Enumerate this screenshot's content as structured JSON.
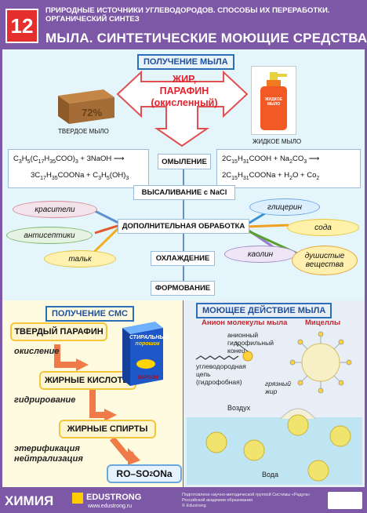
{
  "header": {
    "number": "12",
    "subtitle": "ПРИРОДНЫЕ ИСТОЧНИКИ УГЛЕВОДОРОДОВ. СПОСОБЫ ИХ ПЕРЕРАБОТКИ. ОРГАНИЧЕСКИЙ СИНТЕЗ",
    "title": "МЫЛА. СИНТЕТИЧЕСКИЕ МОЮЩИЕ СРЕДСТВА"
  },
  "soap": {
    "section_label": "ПОЛУЧЕНИЕ МЫЛА",
    "source_line1": "ЖИР,",
    "source_line2": "ПАРАФИН",
    "source_line3": "(окисленный)",
    "solid_caption": "ТВЕРДОЕ МЫЛО",
    "liquid_caption": "ЖИДКОЕ МЫЛО",
    "bottle_label": "ЖИДКОЕ МЫЛО",
    "bar_print": "72%",
    "steps": [
      "ОМЫЛЕНИЕ",
      "ВЫСАЛИВАНИЕ с NaCl",
      "ДОПОЛНИТЕЛЬНАЯ ОБРАБОТКА",
      "ОХЛАЖДЕНИЕ",
      "ФОРМОВАНИЕ"
    ],
    "left_eq": {
      "l1a": "C",
      "l1b": "3",
      "l1c": "H",
      "l1d": "5",
      "l1e": "(C",
      "l1f": "17",
      "l1g": "H",
      "l1h": "35",
      "l1i": "COO)",
      "l1j": "3",
      "l1k": " + 3NaOH ⟶",
      "l2a": "3C",
      "l2b": "17",
      "l2c": "H",
      "l2d": "35",
      "l2e": "COONa + C",
      "l2f": "3",
      "l2g": "H",
      "l2h": "5",
      "l2i": "(OH)",
      "l2j": "3"
    },
    "right_eq": {
      "l1a": "2C",
      "l1b": "15",
      "l1c": "H",
      "l1d": "31",
      "l1e": "COOH + Na",
      "l1f": "2",
      "l1g": "CO",
      "l1h": "3",
      "l1i": " ⟶",
      "l2a": "2C",
      "l2b": "15",
      "l2c": "H",
      "l2d": "31",
      "l2e": "COONa + H",
      "l2f": "2",
      "l2g": "O + Co",
      "l2h": "2"
    },
    "additives_left": [
      "красители",
      "антисептики",
      "тальк"
    ],
    "additives_right": [
      "глицерин",
      "сода",
      "каолин",
      "душистые вещества"
    ]
  },
  "sms": {
    "section_label": "ПОЛУЧЕНИЕ СМС",
    "steps": [
      "ТВЕРДЫЙ ПАРАФИН",
      "ЖИРНЫЕ КИСЛОТЫ",
      "ЖИРНЫЕ СПИРТЫ"
    ],
    "notes": [
      "окисление",
      "гидрирование",
      "этерификация",
      "нейтрализация"
    ],
    "product_a": "RO–SO",
    "product_b": "2",
    "product_c": "ONa",
    "box_line1": "СТИРАЛЬНЫЙ",
    "box_line2": "порошок",
    "box_brand": "ВАРСОН"
  },
  "action": {
    "section_label": "МОЮЩЕЕ ДЕЙСТВИЕ МЫЛА",
    "anion_label": "Анион молекулы мыла",
    "micelle_label": "Мицеллы",
    "head_label_1": "анионный",
    "head_label_2": "гидрофильный",
    "head_label_3": "конец",
    "tail_label_1": "углеводородная",
    "tail_label_2": "цепь",
    "tail_label_3": "(гидрофобная)",
    "dirt_label_1": "грязный",
    "dirt_label_2": "жир",
    "air": "Воздух",
    "water": "Вода"
  },
  "footer": {
    "brand": "ХИМИЯ",
    "publisher": "EDUSTRONG",
    "website": "www.edustrong.ru",
    "fine_1": "Подготовлено научно-методической группой Системы «Радуга»",
    "fine_2": "Российской академии образования",
    "fine_3": "© Edustrong"
  },
  "colors": {
    "frame": "#7d58a6",
    "title_number": "#e52e2e",
    "label_blue": "#1e4f9c",
    "fat_red": "#e3232e",
    "step_yellow": "#f4c63c"
  }
}
